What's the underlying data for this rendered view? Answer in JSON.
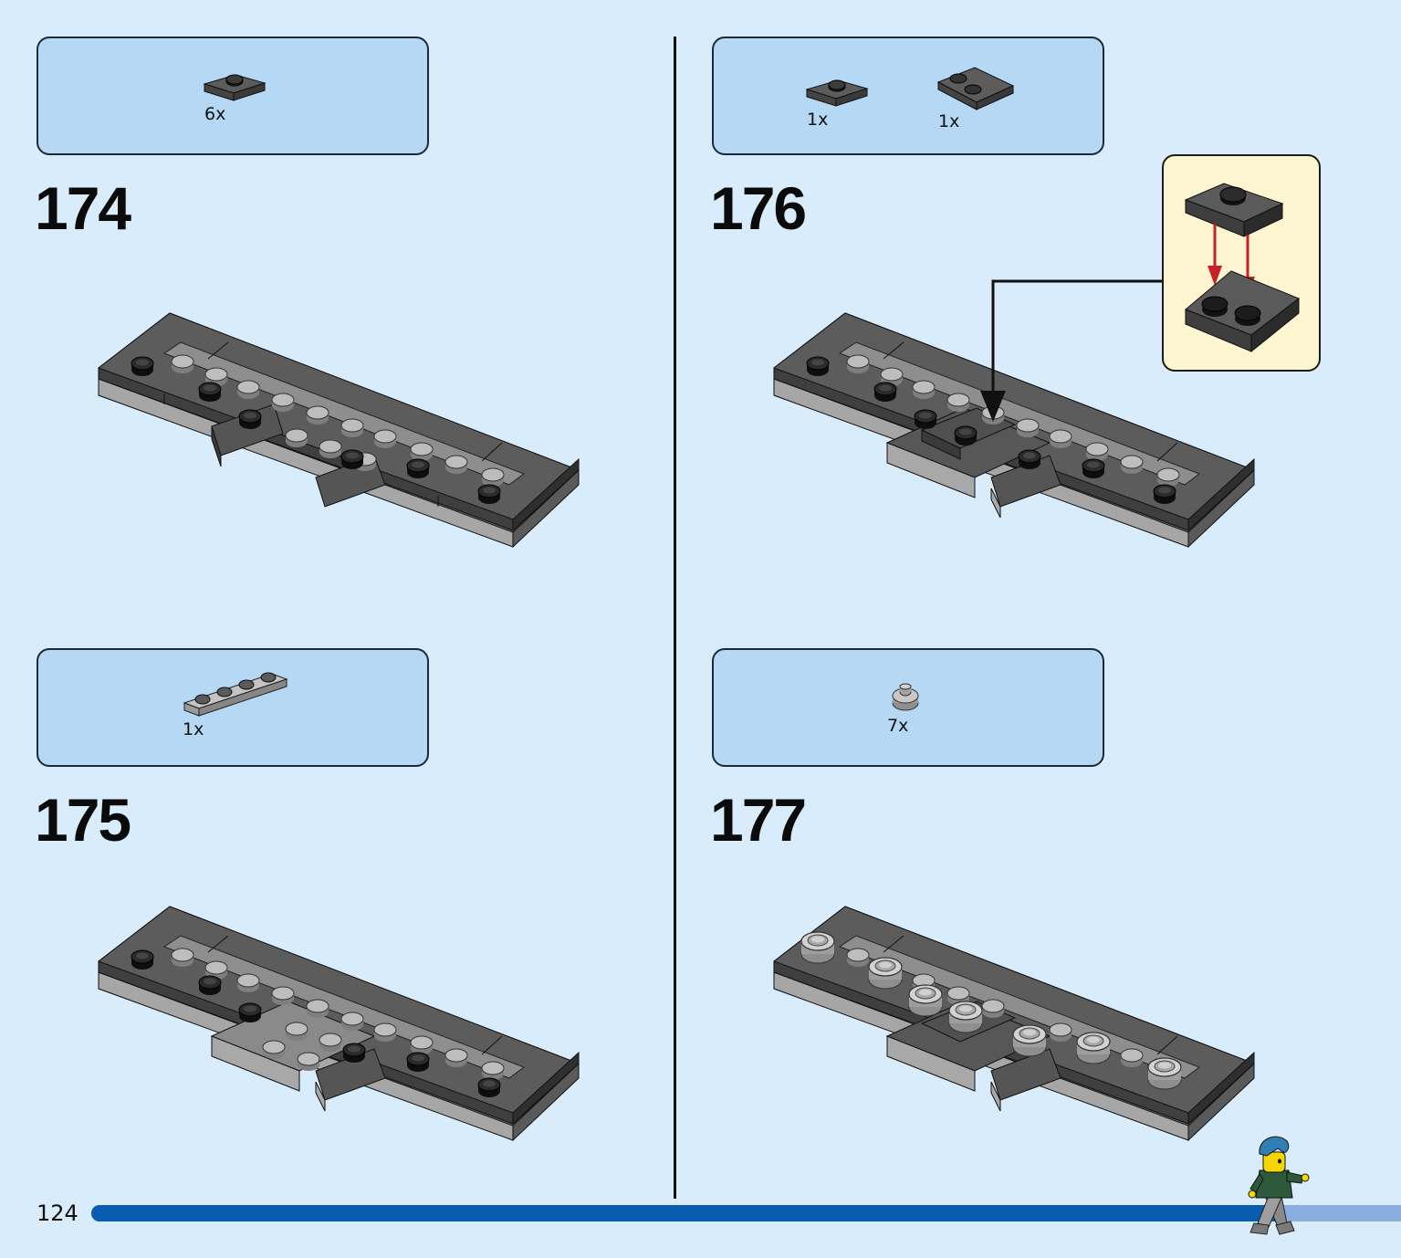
{
  "page_number": "124",
  "progress_fraction": 0.905,
  "steps": [
    {
      "number": "174",
      "parts": [
        {
          "qty": "6x",
          "icon": "jumper-plate-dark-gray-icon"
        }
      ]
    },
    {
      "number": "175",
      "parts": [
        {
          "qty": "1x",
          "icon": "plate-1x4-light-gray-icon"
        }
      ]
    },
    {
      "number": "176",
      "parts": [
        {
          "qty": "1x",
          "icon": "jumper-plate-dark-gray-icon"
        },
        {
          "qty": "1x",
          "icon": "plate-2x2-dark-gray-icon"
        }
      ]
    },
    {
      "number": "177",
      "parts": [
        {
          "qty": "7x",
          "icon": "round-plate-light-gray-icon"
        }
      ]
    }
  ],
  "colors": {
    "background": "#d8ecfb",
    "parts_box": "#b5d8f4",
    "callout": "#fdf5d0",
    "progress_fill": "#0a5cae",
    "progress_track": "#8aaee0",
    "dark_brick": "#5a5a5a",
    "light_brick": "#a9a9a9",
    "arrow_red": "#c8202a"
  }
}
